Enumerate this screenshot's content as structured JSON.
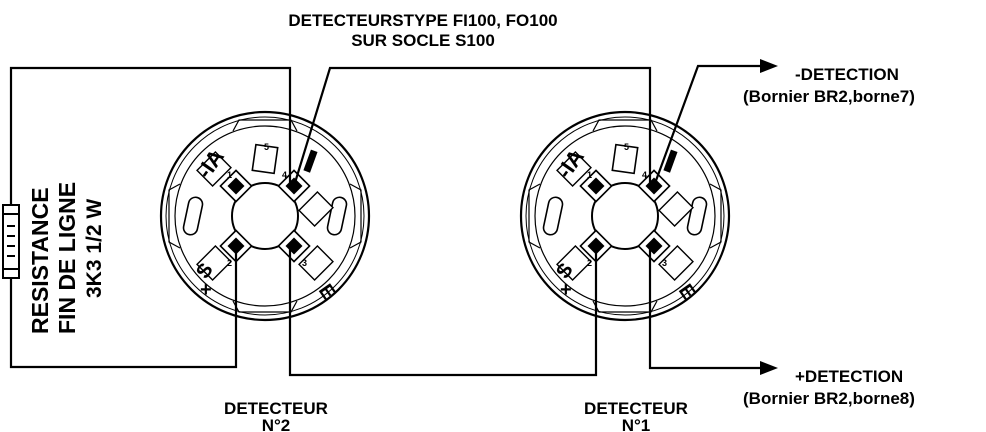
{
  "header": {
    "line1": "DETECTEURSTYPE FI100, FO100",
    "line2": "SUR SOCLE S100"
  },
  "resistor": {
    "line1": "RESISTANCE",
    "line2": "FIN DE LIGNE",
    "line3": "3K3 1/2 W"
  },
  "minus_output": {
    "label": "-DETECTION",
    "sub": "(Bornier BR2,borne7)"
  },
  "plus_output": {
    "label": "+DETECTION",
    "sub": "(Bornier BR2,borne8)"
  },
  "detectors": [
    {
      "name_line1": "DETECTEUR",
      "name_line2": "N°2"
    },
    {
      "name_line1": "DETECTEUR",
      "name_line2": "N°1"
    }
  ],
  "socket_markings": {
    "ia": "-IA",
    "s": "S",
    "plus": "+",
    "e": "E",
    "minus": "−",
    "t1": "1",
    "t2": "2",
    "t3": "3",
    "t4": "4",
    "t5": "5"
  }
}
